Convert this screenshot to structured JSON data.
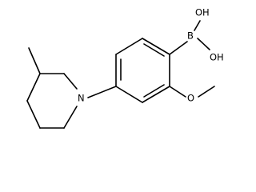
{
  "molecule": {
    "atoms": {
      "boron": "B",
      "hydroxyl_upper": "OH",
      "hydroxyl_lower": "OH",
      "methoxy_oxygen": "O",
      "piperidine_nitrogen": "N"
    }
  }
}
